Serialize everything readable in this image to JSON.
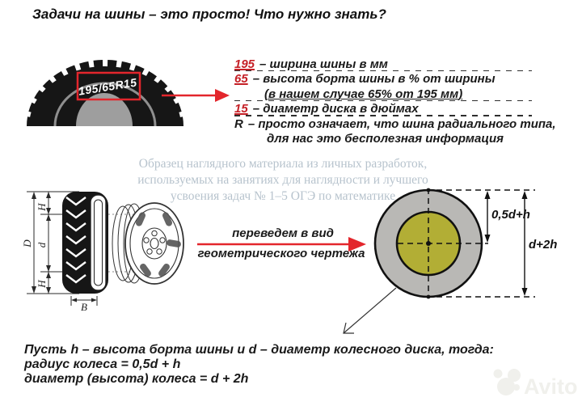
{
  "title": "Задачи на шины – это просто! Что нужно знать?",
  "tire": {
    "sidewall_label": "195/65R15"
  },
  "spec": {
    "lines": [
      {
        "num": "195",
        "text": "– ширина шины в мм"
      },
      {
        "num": "65",
        "text": "– высота борта шины в % от ширины"
      },
      {
        "cont": "(в нашем случае 65% от 195 мм)"
      },
      {
        "num": "15",
        "text": "– диаметр диска в дюймах"
      },
      {
        "num": "R",
        "text": "– просто означает, что шина радиального типа,"
      },
      {
        "cont": "для нас это бесполезная информация"
      }
    ]
  },
  "watermark": {
    "line1": "Образец наглядного материала из личных разработок,",
    "line2": "используемых на занятиях для наглядности и лучшего",
    "line3": "усвоения задач № 1–5 ОГЭ по математике"
  },
  "drawing": {
    "labels": {
      "D": "D",
      "H_top": "H",
      "d": "d",
      "H_bottom": "H",
      "B": "B"
    }
  },
  "convert": {
    "line1": "переведем в вид",
    "line2": "геометрического чертежа"
  },
  "diagram": {
    "dim_radius": "0,5d+h",
    "dim_diameter": "d+2h"
  },
  "bottom": {
    "line1": "Пусть h – высота борта шины и d – диаметр колесного диска, тогда:",
    "line2": "радиус колеса = 0,5d + h",
    "line3": "диаметр (высота) колеса = d + 2h"
  },
  "footer": {
    "brand": "Avito"
  },
  "colors": {
    "accent_red": "#d8232a",
    "ring_gray": "#b9b8b5",
    "hub_olive": "#b2ae35",
    "watermark_blue": "#b7c3cd",
    "tire_black": "#161616"
  }
}
